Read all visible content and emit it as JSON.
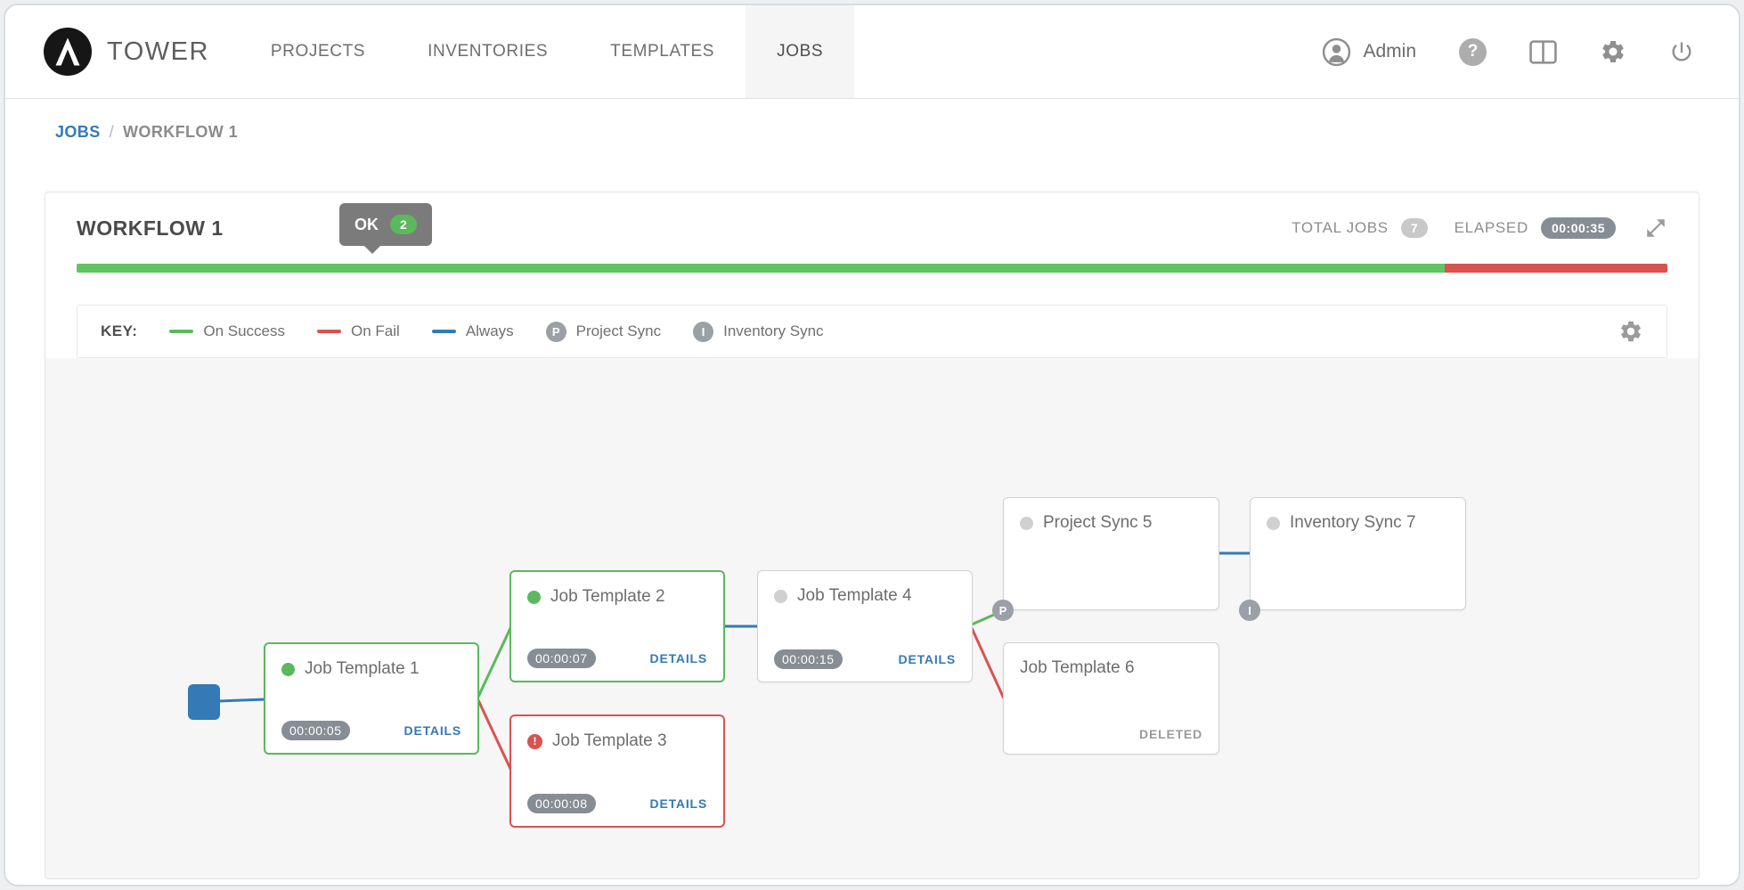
{
  "navbar": {
    "brand": "TOWER",
    "items": [
      "PROJECTS",
      "INVENTORIES",
      "TEMPLATES",
      "JOBS"
    ],
    "user": "Admin",
    "help_glyph": "?"
  },
  "breadcrumb": {
    "root": "JOBS",
    "separator": "/",
    "current": "WORKFLOW 1"
  },
  "workflow": {
    "title": "WORKFLOW 1",
    "status_label": "OK",
    "status_count": "2",
    "total_jobs_label": "TOTAL JOBS",
    "total_jobs_count": "7",
    "elapsed_label": "ELAPSED",
    "elapsed_value": "00:00:35",
    "progress": {
      "success_pct": 86,
      "fail_pct": 14
    }
  },
  "key": {
    "label": "KEY:",
    "items": [
      {
        "label": "On Success",
        "type": "success"
      },
      {
        "label": "On Fail",
        "type": "fail"
      },
      {
        "label": "Always",
        "type": "always"
      },
      {
        "label": "Project Sync",
        "glyph": "P"
      },
      {
        "label": "Inventory Sync",
        "glyph": "I"
      }
    ]
  },
  "graph": {
    "project_sync_glyph": "P",
    "inventory_sync_glyph": "I"
  },
  "nodes": [
    {
      "title": "Job Template 1",
      "status": "success",
      "elapsed": "00:00:05",
      "details_label": "DETAILS"
    },
    {
      "title": "Job Template 2",
      "status": "success",
      "elapsed": "00:00:07",
      "details_label": "DETAILS"
    },
    {
      "title": "Job Template 3",
      "status": "failed",
      "status_glyph": "!",
      "elapsed": "00:00:08",
      "details_label": "DETAILS"
    },
    {
      "title": "Job Template 4",
      "status": "pending",
      "elapsed": "00:00:15",
      "details_label": "DETAILS"
    },
    {
      "title": "Project Sync 5",
      "status": "pending"
    },
    {
      "title": "Job Template 6",
      "status": "deleted",
      "deleted_label": "DELETED"
    },
    {
      "title": "Inventory Sync 7",
      "status": "pending"
    }
  ],
  "colors": {
    "success": "#5cb85c",
    "fail": "#d9534f",
    "always": "#337ab7",
    "status_tooltip_bg": "#7b7b7b",
    "graph_bg": "#f6f6f6"
  }
}
